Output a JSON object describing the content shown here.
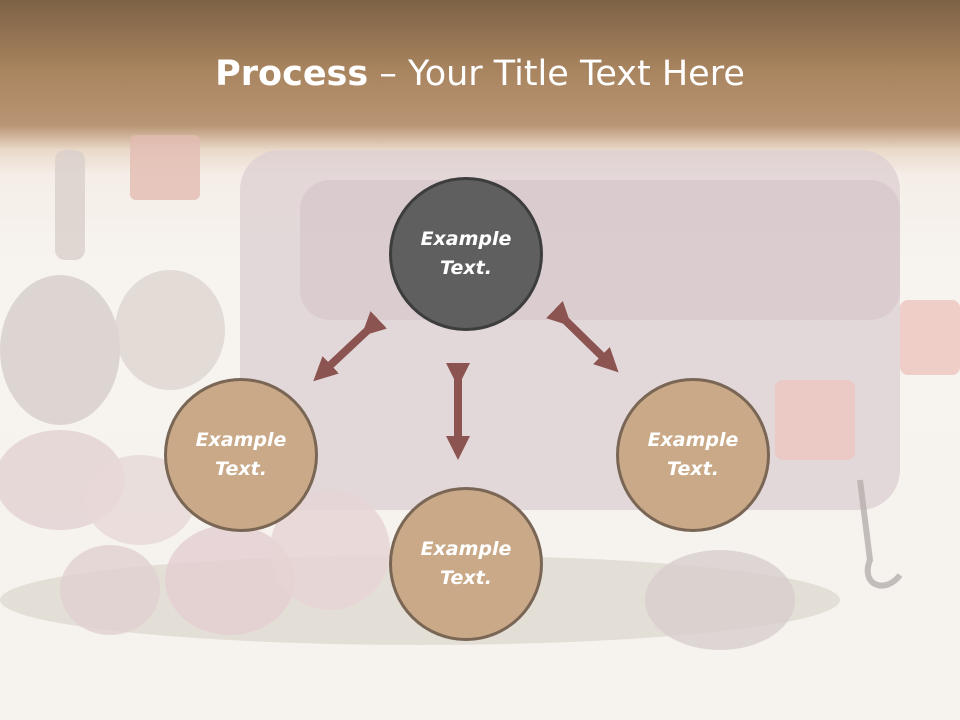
{
  "title": {
    "bold": "Process",
    "rest": " – Your Title Text Here"
  },
  "nodes": {
    "top": "Example Text.",
    "left": "Example Text.",
    "right": "Example Text.",
    "bottom": "Example Text."
  },
  "colors": {
    "header": "#a8845f",
    "dark_node": "#5f5f5f",
    "tan_node": "#c9a987",
    "node_border": "#7a6655",
    "arrow": "#8c5450"
  }
}
